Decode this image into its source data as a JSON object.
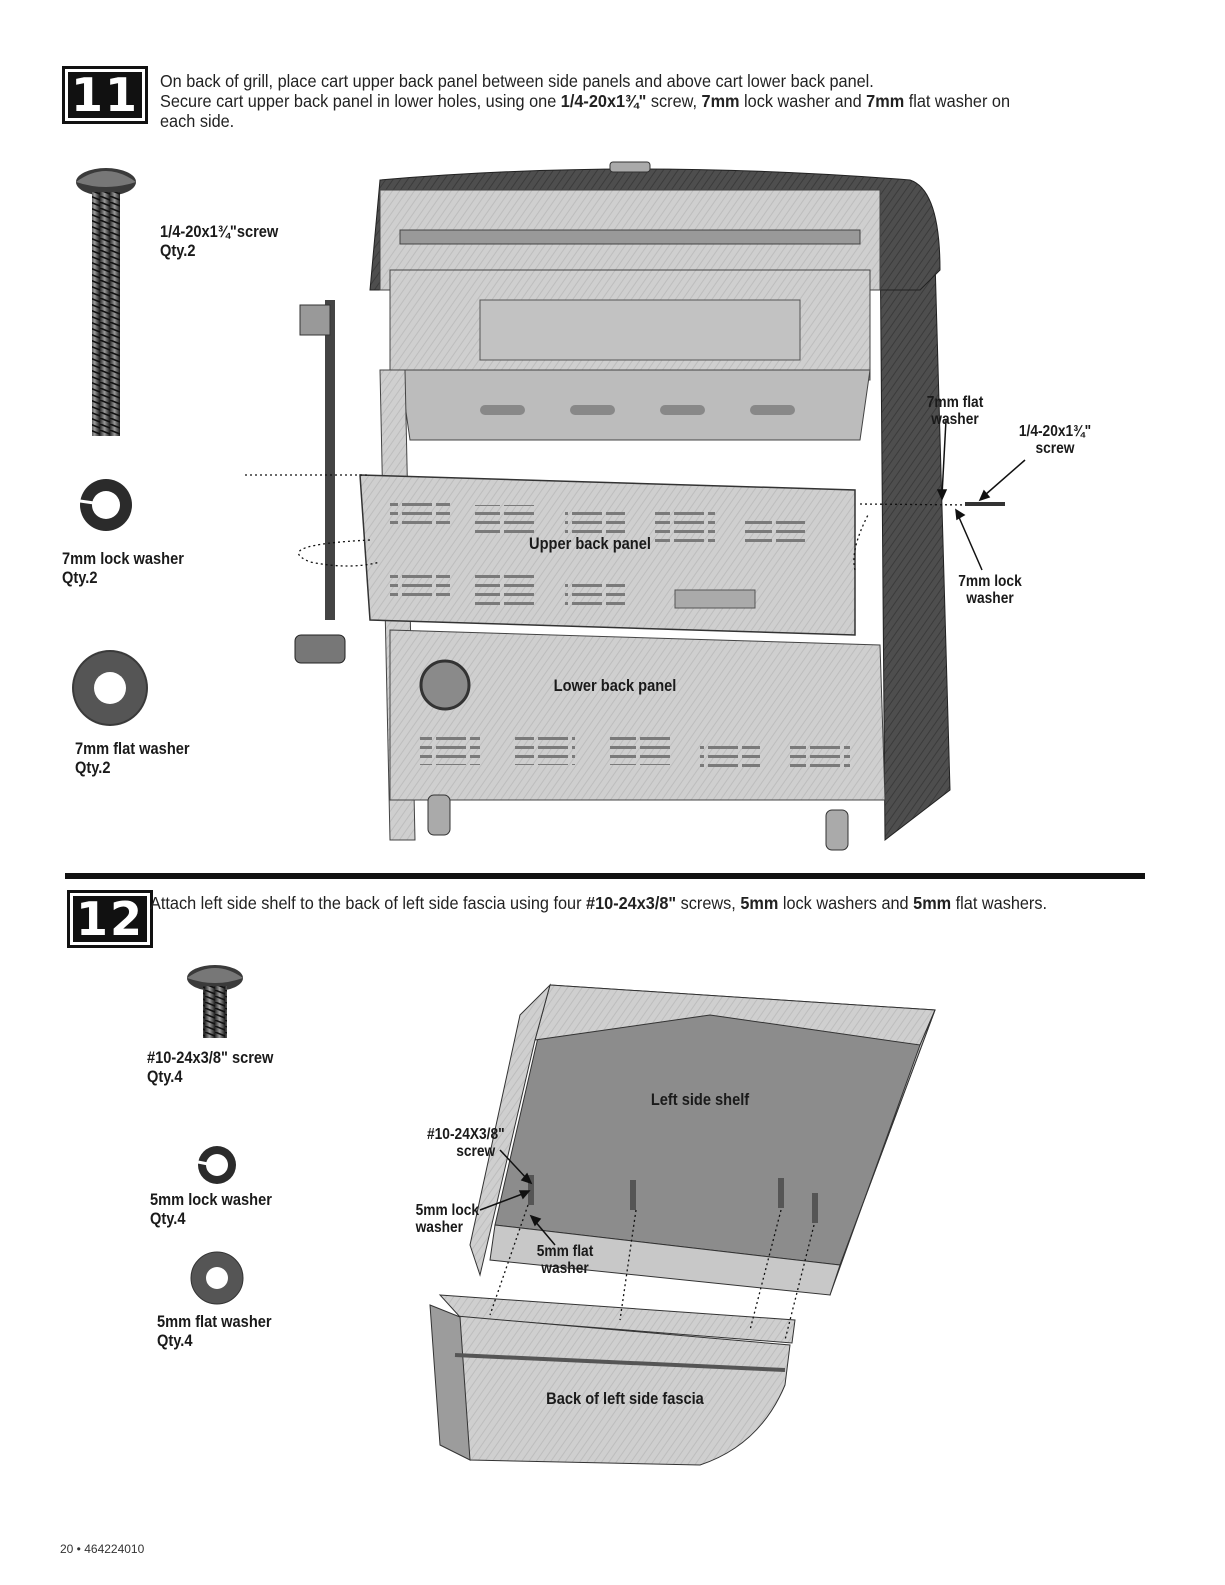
{
  "step11": {
    "number": "11",
    "line1": "On back of grill, place cart upper back panel between side panels and above cart lower back panel.",
    "line2_a": "Secure cart upper back panel in lower holes, using one ",
    "line2_b": "1/4-20x1¾\"",
    "line2_c": " screw, ",
    "line2_d": "7mm",
    "line2_e": " lock washer and ",
    "line2_f": "7mm",
    "line2_g": " flat washer on",
    "line3": "each side.",
    "parts": {
      "screw_name": "1/4-20x1¾\"screw",
      "screw_qty": "Qty.2",
      "lock_name": "7mm lock washer",
      "lock_qty": "Qty.2",
      "flat_name": "7mm flat washer",
      "flat_qty": "Qty.2"
    },
    "callouts": {
      "flat_washer_1": "7mm flat",
      "flat_washer_2": "washer",
      "screw_1": "1/4-20x1¾\"",
      "screw_2": "screw",
      "lock_washer_1": "7mm lock",
      "lock_washer_2": "washer",
      "upper_panel": "Upper back panel",
      "lower_panel": "Lower back panel"
    }
  },
  "step12": {
    "number": "12",
    "text_a": "Attach left side shelf to the back of left side fascia using four ",
    "text_b": "#10-24x3/8\"",
    "text_c": " screws, ",
    "text_d": "5mm",
    "text_e": " lock washers and ",
    "text_f": "5mm",
    "text_g": " flat washers.",
    "parts": {
      "screw_name": "#10-24x3/8\" screw",
      "screw_qty": "Qty.4",
      "lock_name": "5mm lock washer",
      "lock_qty": "Qty.4",
      "flat_name": "5mm flat washer",
      "flat_qty": "Qty.4"
    },
    "callouts": {
      "screw_1": "#10-24X3/8\"",
      "screw_2": "screw",
      "lock_1": "5mm lock",
      "lock_2": "washer",
      "flat_1": "5mm flat",
      "flat_2": "washer",
      "shelf": "Left side shelf",
      "fascia": "Back of left side fascia"
    }
  },
  "footer": "20 • 464224010",
  "colors": {
    "badge": "#111111",
    "metal_light": "#d4d4d4",
    "metal_dark": "#5a5a5a",
    "text": "#1a1a1a"
  }
}
